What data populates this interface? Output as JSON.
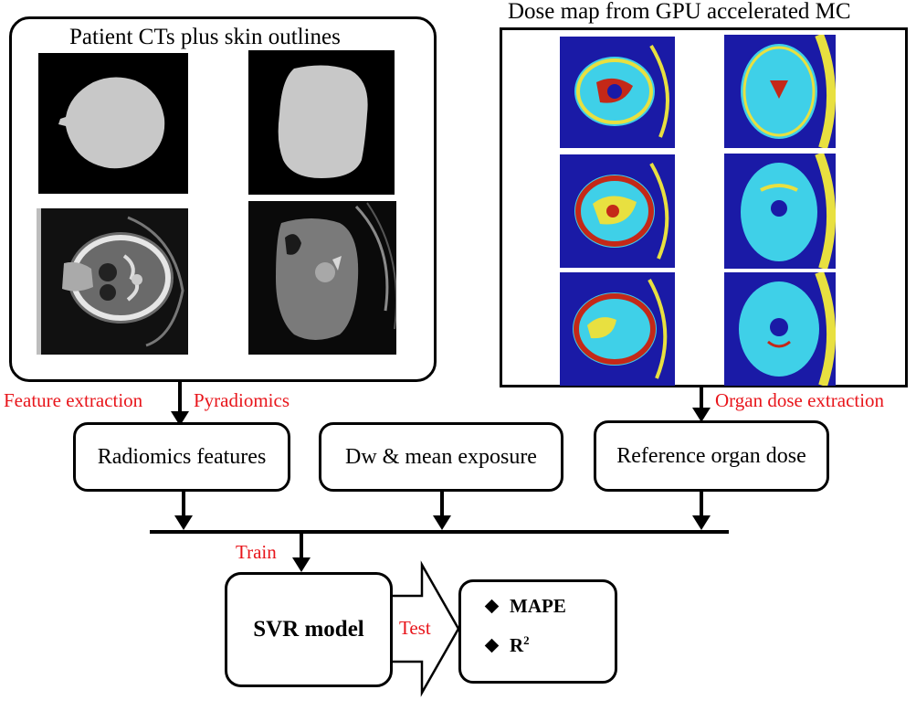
{
  "patient_panel": {
    "title": "Patient CTs plus skin outlines",
    "images": [
      "skin-outline-head-image",
      "skin-outline-body-image",
      "ct-head-image",
      "ct-body-image"
    ]
  },
  "dose_panel": {
    "title": "Dose map from GPU accelerated MC",
    "images": [
      "dose-map-head-1",
      "dose-map-head-2",
      "dose-map-head-3",
      "dose-map-body-1",
      "dose-map-body-2",
      "dose-map-body-3"
    ]
  },
  "annotations": {
    "feature_extraction": "Feature extraction",
    "pyradiomics": "Pyradiomics",
    "organ_dose_extraction": "Organ dose  extraction",
    "train": "Train",
    "test": "Test"
  },
  "boxes": {
    "radiomics": "Radiomics features",
    "exposure": "Dw & mean exposure",
    "reference": "Reference organ dose",
    "svr": "SVR model"
  },
  "metrics": {
    "items": [
      "MAPE",
      "R"
    ],
    "r_superscript": "2"
  },
  "colors": {
    "annotation_red": "#e8151b",
    "dose_background": "#1a1aa6",
    "dose_cyan": "#3fd0e8",
    "dose_yellow": "#e8e040",
    "dose_red": "#c42818"
  }
}
